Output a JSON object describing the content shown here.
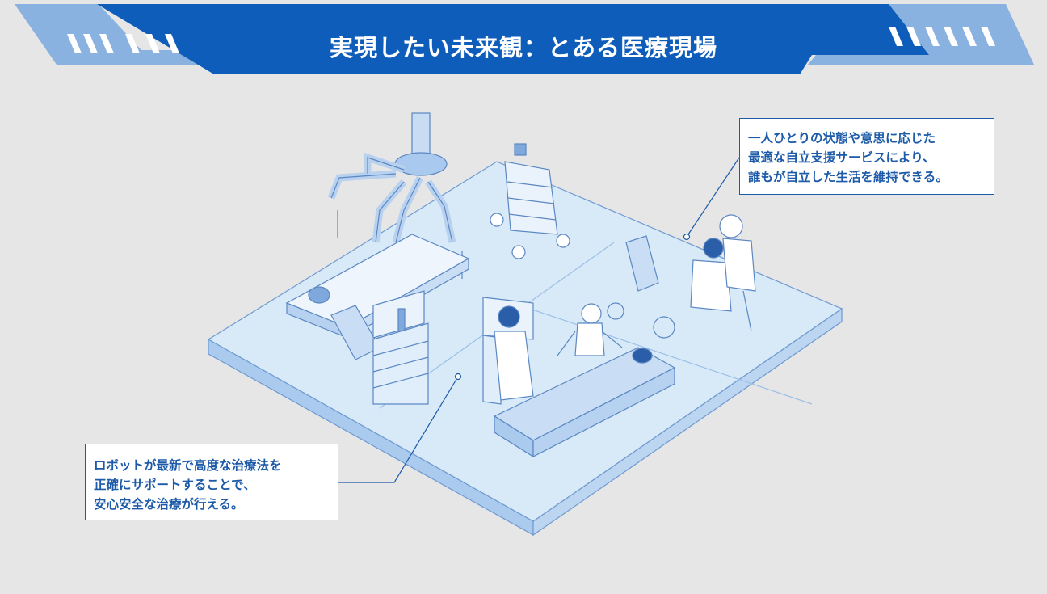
{
  "header": {
    "title": "実現したい未来観：とある医療現場"
  },
  "callouts": {
    "top": {
      "lines": [
        "一人ひとりの状態や意思に応じた",
        "最適な自立支援サービスにより、",
        "誰もが自立した生活を維持できる。"
      ]
    },
    "bottom": {
      "lines": [
        "ロボットが最新で高度な治療法を",
        "正確にサポートすることで、",
        "安心安全な治療が行える。"
      ]
    }
  },
  "colors": {
    "background": "#e6e6e6",
    "banner_dark": "#0f5dba",
    "banner_light": "#8ab2e0",
    "accent_text": "#1d5aa8",
    "floor": "#d8eaf8",
    "floor_side": "#aacbee"
  },
  "illustration": {
    "items": [
      "surgical-robot-arms",
      "operating-table",
      "monitor-cart",
      "service-robot-cart",
      "doctor",
      "humanoid-robot",
      "patient-bed",
      "wheelchair",
      "caregiver",
      "assist-robot"
    ]
  }
}
